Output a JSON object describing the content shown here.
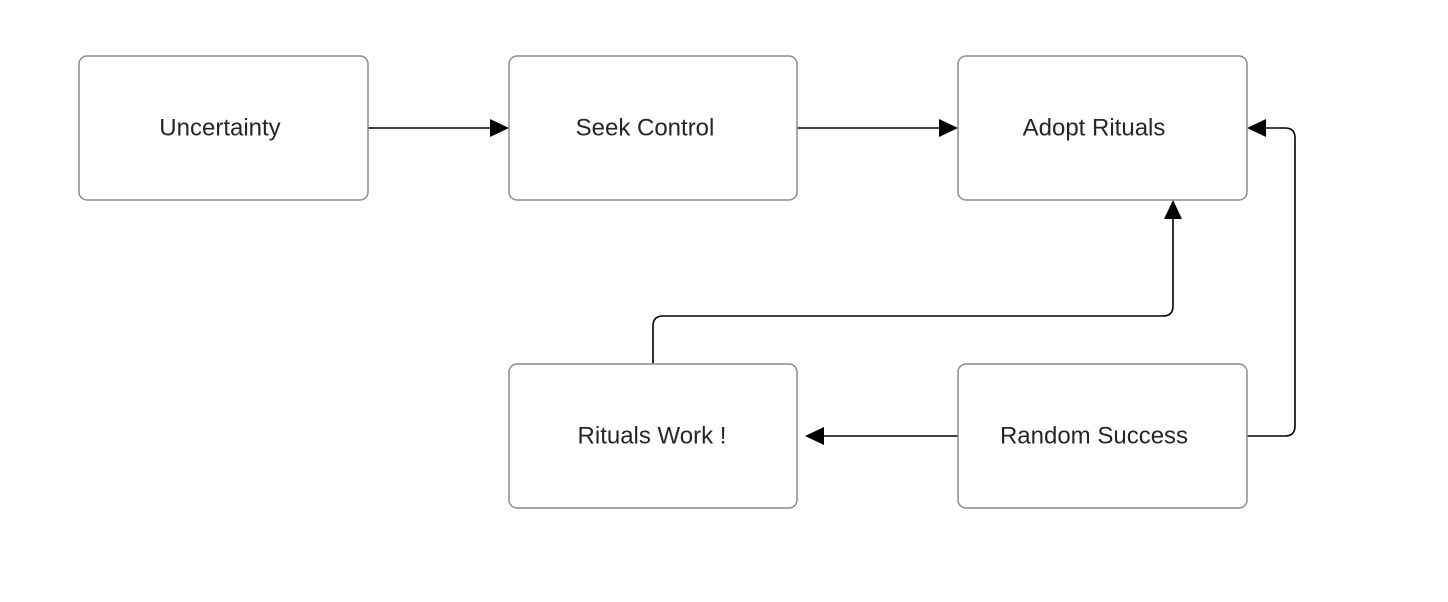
{
  "diagram": {
    "nodes": {
      "uncertainty": {
        "label": "Uncertainty"
      },
      "seek_control": {
        "label": "Seek Control"
      },
      "adopt_rituals": {
        "label": "Adopt Rituals"
      },
      "rituals_work": {
        "label": "Rituals Work !"
      },
      "random_success": {
        "label": "Random Success"
      }
    },
    "edges": [
      {
        "from": "Uncertainty",
        "to": "Seek Control"
      },
      {
        "from": "Seek Control",
        "to": "Adopt Rituals"
      },
      {
        "from": "Random Success",
        "to": "Rituals Work !"
      },
      {
        "from": "Rituals Work !",
        "to": "Adopt Rituals"
      },
      {
        "from": "Random Success",
        "to": "Adopt Rituals"
      }
    ],
    "colors": {
      "node_border": "#8c8c8c",
      "node_fill": "#ffffff",
      "text": "#262626",
      "edge": "#000000"
    }
  }
}
